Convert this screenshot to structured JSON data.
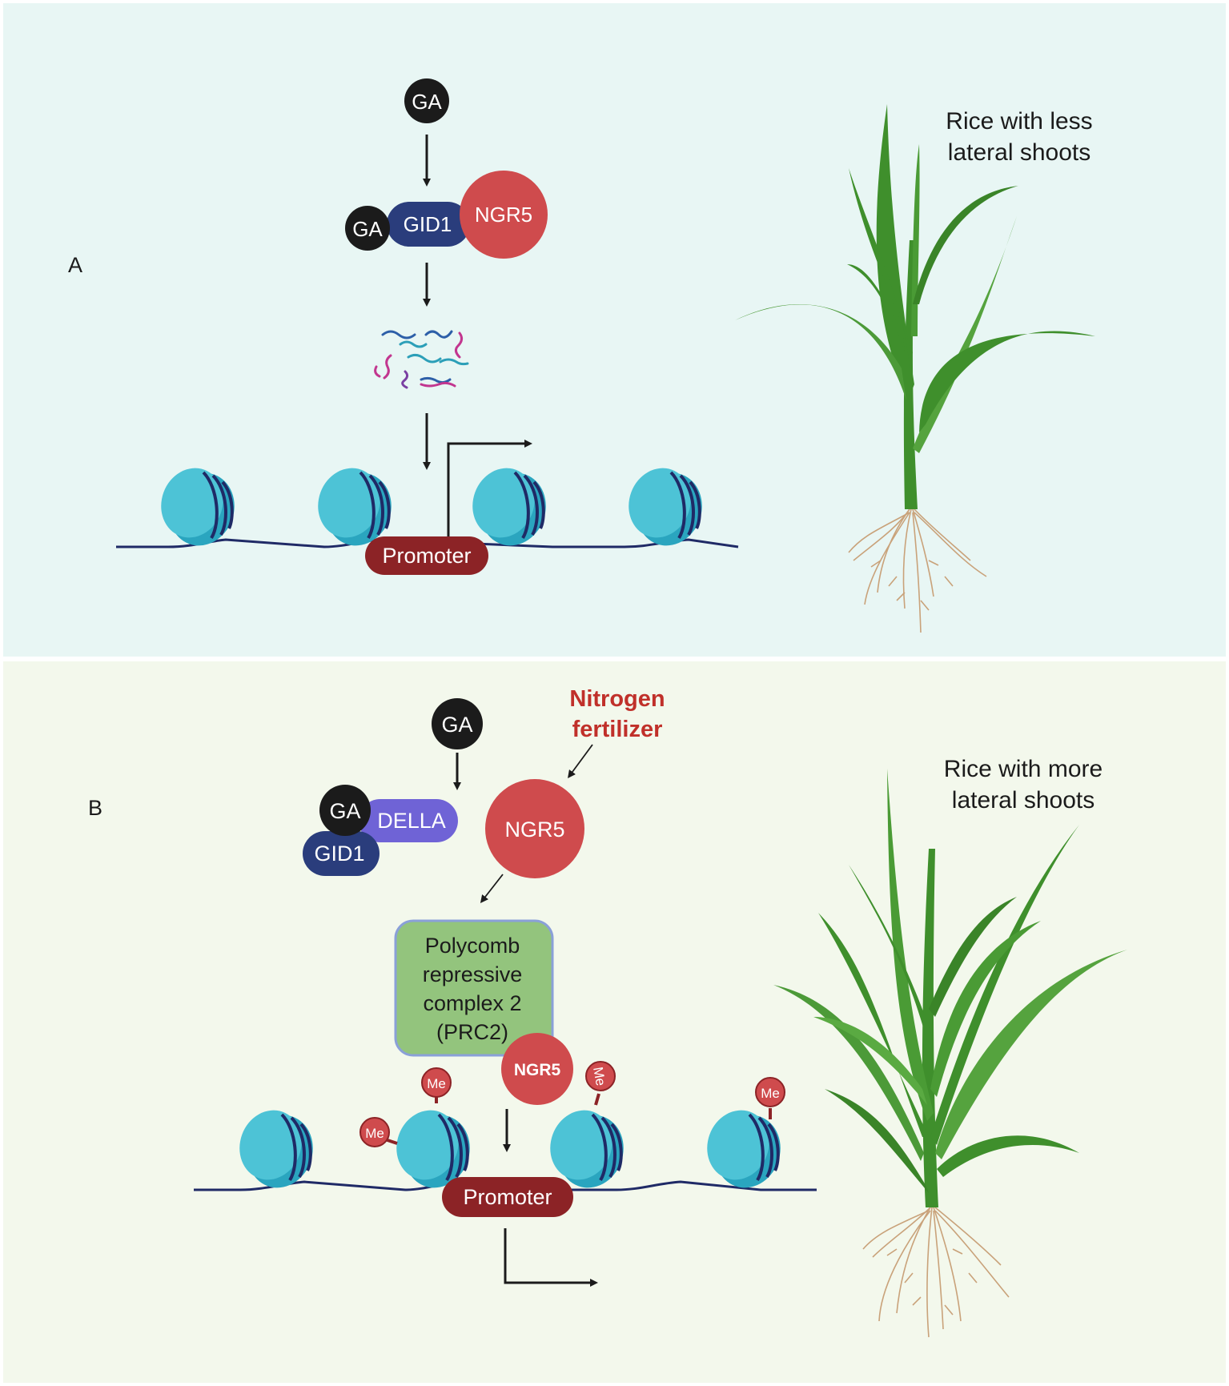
{
  "colors": {
    "panel_a_bg": "#e8f6f4",
    "panel_b_bg": "#f3f8ec",
    "ga_black": "#1b1b1b",
    "gid1_navy": "#2a3d7c",
    "della_purple": "#6f63d6",
    "ngr5_red": "#cf4b4d",
    "promoter_maroon": "#8c2326",
    "nucleosome_cyan": "#4dc3d6",
    "dna_navy": "#1f2a66",
    "prc2_green": "#93c47d",
    "prc2_border": "#8aa0d8",
    "nitrogen_red": "#c0302a",
    "leaf_green": "#3f8f2c",
    "root_tan": "#c9a27a"
  },
  "panel_a": {
    "label": "A",
    "ga_top": "GA",
    "ga_complex": "GA",
    "gid1": "GID1",
    "ngr5": "NGR5",
    "promoter": "Promoter",
    "plant_caption_line1": "Rice with less",
    "plant_caption_line2": "lateral shoots"
  },
  "panel_b": {
    "label": "B",
    "ga_top": "GA",
    "nitrogen_line1": "Nitrogen",
    "nitrogen_line2": "fertilizer",
    "ga_complex": "GA",
    "della": "DELLA",
    "gid1": "GID1",
    "ngr5": "NGR5",
    "prc2_line1": "Polycomb",
    "prc2_line2": "repressive",
    "prc2_line3": "complex 2",
    "prc2_line4": "(PRC2)",
    "ngr5_small": "NGR5",
    "me": "Me",
    "promoter": "Promoter",
    "plant_caption_line1": "Rice with more",
    "plant_caption_line2": "lateral shoots"
  }
}
